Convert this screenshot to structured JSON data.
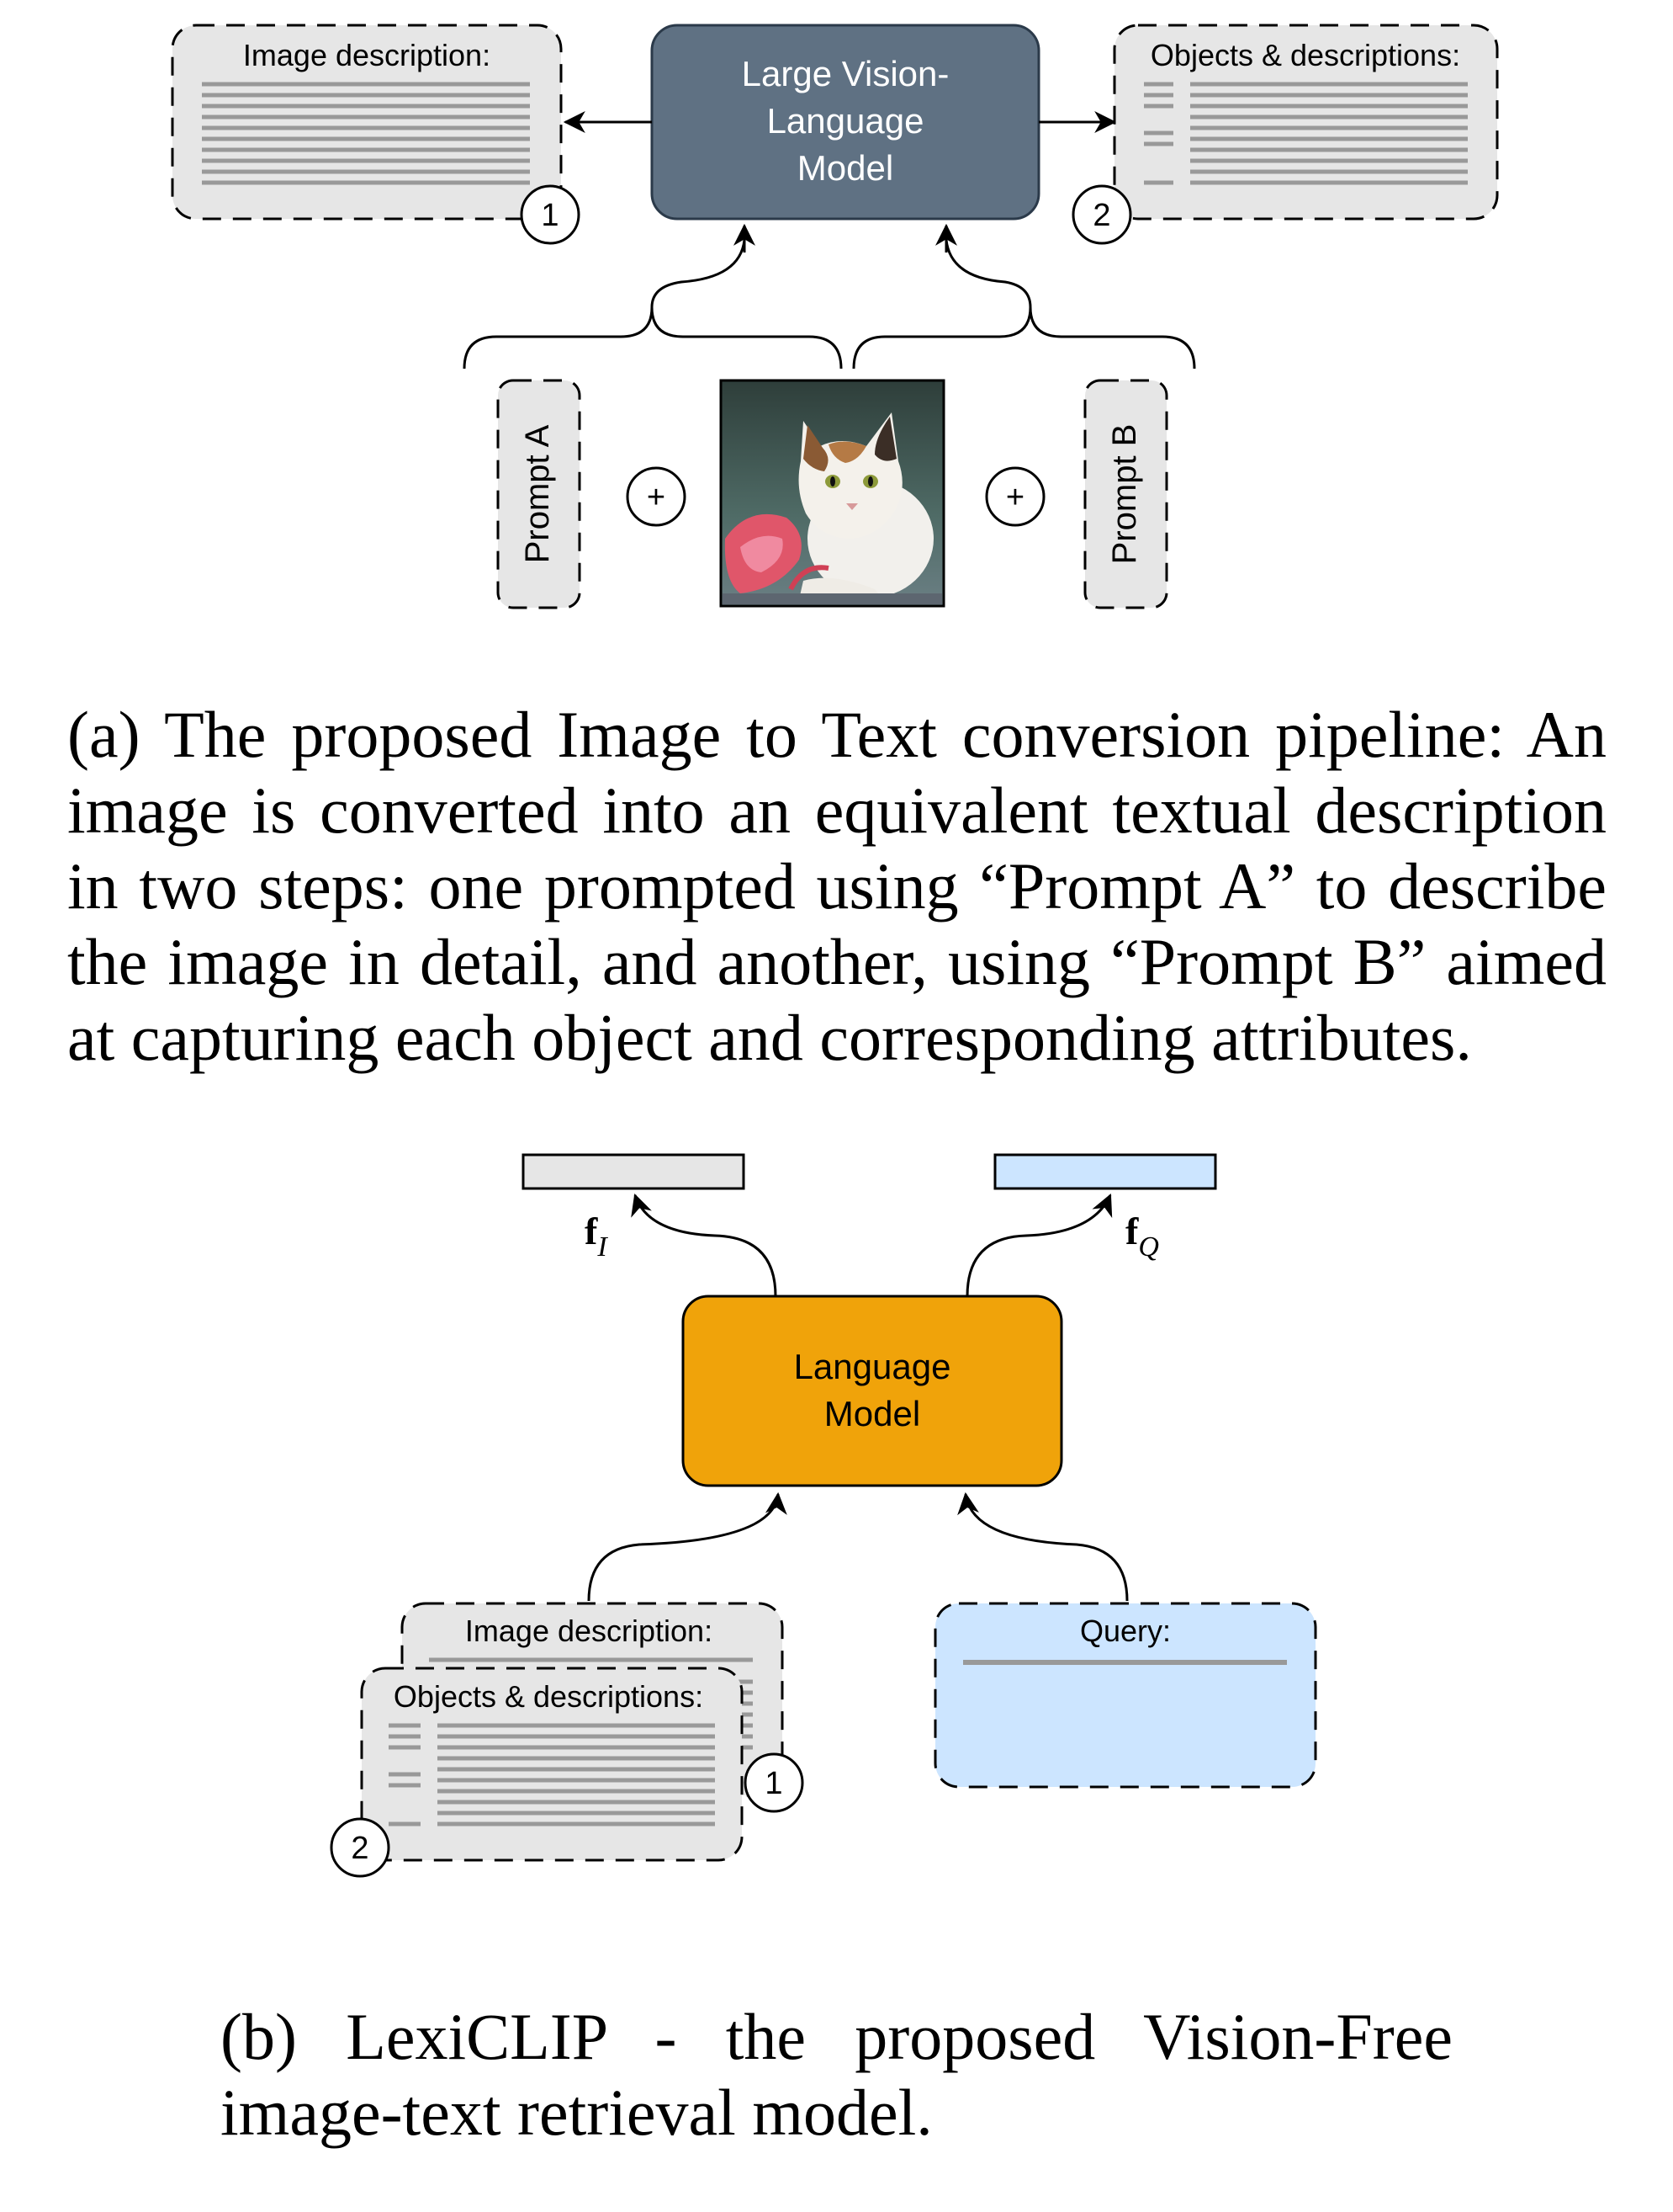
{
  "diagram_a": {
    "lvlm_box": {
      "lines": [
        "Large Vision-",
        "Language",
        "Model"
      ],
      "fill": "#5f7183",
      "text_color": "#ffffff"
    },
    "image_description_box": {
      "title": "Image description:",
      "badge": "1"
    },
    "objects_box": {
      "title": "Objects & descriptions:",
      "badge": "2"
    },
    "prompt_a": "Prompt A",
    "prompt_b": "Prompt B",
    "plus_symbol": "+",
    "input_image": {
      "subject": "cat photo",
      "background": "#4a6460"
    }
  },
  "caption_a": {
    "lines": [
      "(a) The proposed Image to Text conversion pipeline: An",
      "image is converted into an equivalent textual description",
      "in two steps: one prompted using “Prompt A” to describe",
      "the image in detail, and another, using “Prompt B” aimed",
      "at capturing each object and corresponding attributes."
    ]
  },
  "diagram_b": {
    "language_model_box": {
      "lines": [
        "Language",
        "Model"
      ],
      "fill": "#f0a30a"
    },
    "feature_image": {
      "symbol": "f",
      "subscript": "I",
      "fill": "#e6e6e6"
    },
    "feature_query": {
      "symbol": "f",
      "subscript": "Q",
      "fill": "#cce5ff"
    },
    "image_description_box": {
      "title": "Image description:",
      "badge": "1"
    },
    "objects_box": {
      "title": "Objects & descriptions:",
      "badge": "2"
    },
    "query_box": {
      "title": "Query:",
      "fill": "#cce5ff"
    }
  },
  "caption_b": {
    "lines": [
      "(b) LexiCLIP - the proposed Vision-Free",
      "image-text retrieval model."
    ]
  },
  "colors": {
    "box_gray": "#e6e6e6",
    "text_line_gray": "#999999",
    "stroke": "#000000"
  }
}
